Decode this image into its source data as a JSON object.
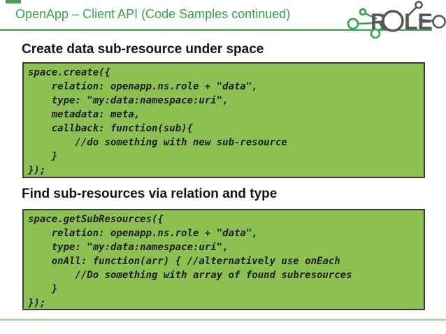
{
  "slide": {
    "title": "OpenApp – Client API (Code Samples continued)",
    "logo": {
      "name": "ROLE",
      "letter_r": "R",
      "letters_le": "LE"
    },
    "sections": [
      {
        "heading": "Create data sub-resource under space",
        "code": "space.create({\n    relation: openapp.ns.role + \"data\",\n    type: \"my:data:namespace:uri\",\n    metadata: meta,\n    callback: function(sub){\n        //do something with new sub-resource\n    }\n});"
      },
      {
        "heading": "Find sub-resources via relation and type",
        "code": "space.getSubResources({\n    relation: openapp.ns.role + \"data\",\n    type: \"my:data:namespace:uri\",\n    onAll: function(arr) { //alternatively use onEach\n        //Do something with array of found subresources\n    }\n});"
      }
    ],
    "colors": {
      "title_green": "#36a24e",
      "accent_line_green": "#36a24e",
      "code_background": "#8cc152",
      "code_border": "#3b3b3b",
      "code_text": "#1d1d1b",
      "footer_line": "#b3d4b3",
      "logo_dark": "#55565a",
      "logo_green": "#2ea44f"
    }
  }
}
